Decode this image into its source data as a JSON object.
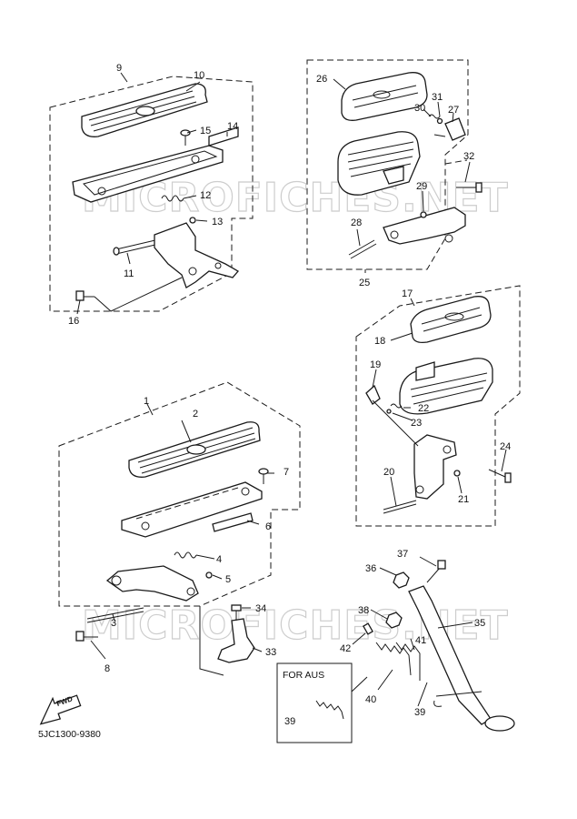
{
  "diagram": {
    "watermark": "MICROFICHES.NET",
    "drawing_code": "5JC1300-9380",
    "fwd_label": "FWD",
    "inset_label": "FOR AUS",
    "part_numbers": [
      "1",
      "2",
      "3",
      "4",
      "5",
      "6",
      "7",
      "8",
      "9",
      "10",
      "11",
      "12",
      "13",
      "14",
      "15",
      "16",
      "17",
      "18",
      "19",
      "20",
      "21",
      "22",
      "23",
      "24",
      "25",
      "26",
      "27",
      "28",
      "29",
      "30",
      "31",
      "32",
      "33",
      "34",
      "35",
      "36",
      "37",
      "38",
      "39",
      "39",
      "40",
      "41",
      "42"
    ]
  }
}
